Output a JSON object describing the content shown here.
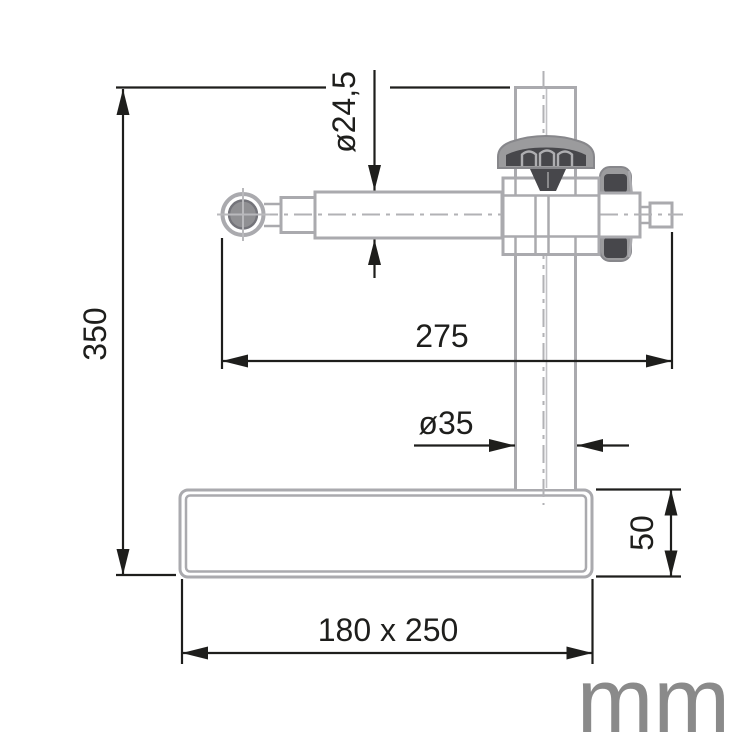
{
  "diagram": {
    "type": "technical-dimension-drawing",
    "subject": "dial-gauge-measuring-stand-side-view",
    "unit_label": "mm",
    "labels": {
      "total_height": "350",
      "arm_diameter": "ø24,5",
      "arm_length": "275",
      "column_diameter": "ø35",
      "base_thickness": "50",
      "base_footprint": "180 x 250"
    },
    "colors": {
      "dimension_line": "#1e1e1c",
      "label_text": "#1e1e1c",
      "unit_label_text": "#8a8a8a",
      "part_outline": "#aaaaae",
      "part_fill": "#ffffff",
      "knob_body": "#9b9b9d",
      "knob_recess": "#47474b",
      "holder_fill": "#909093",
      "background": "#ffffff"
    }
  }
}
